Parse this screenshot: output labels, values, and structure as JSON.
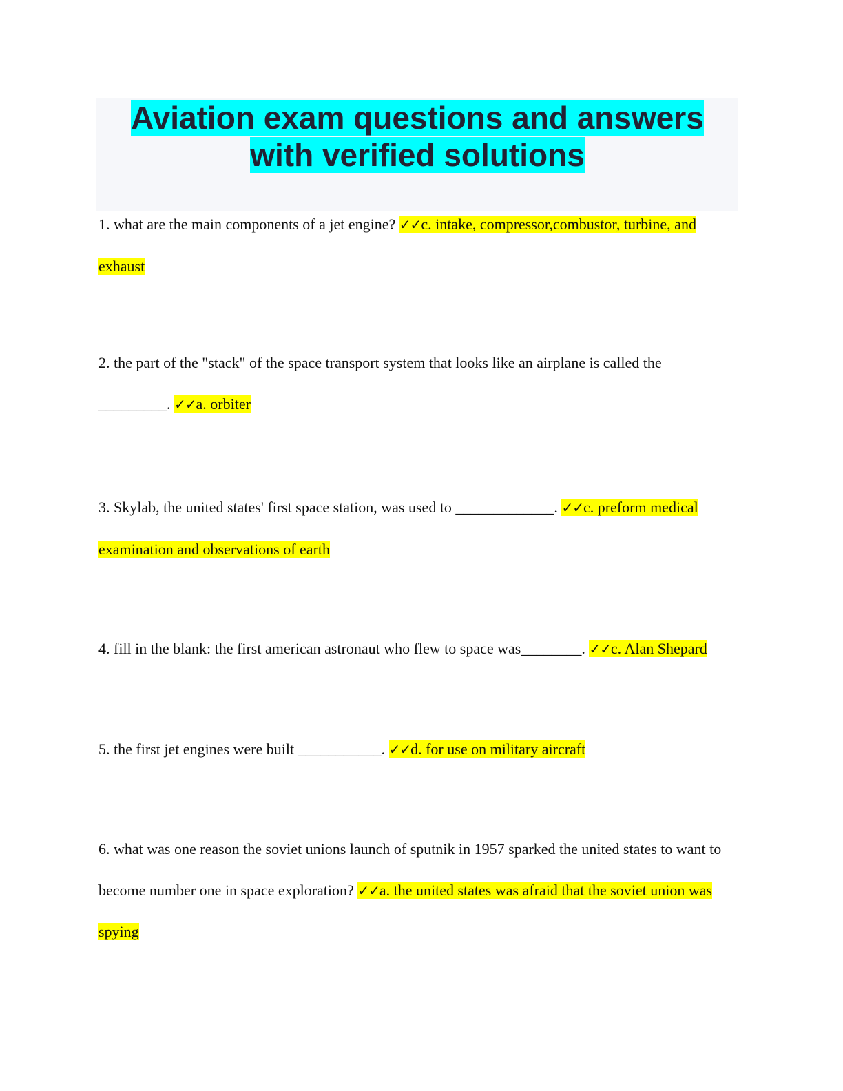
{
  "document": {
    "title_line1": "Aviation exam questions and answers",
    "title_line2": "with verified solutions"
  },
  "check_mark": "✓✓",
  "questions": [
    {
      "question": "1. what are the main components of a jet engine? ",
      "answer": "c. intake, compressor,combustor, turbine, and exhaust"
    },
    {
      "question": "2. the part of the \"stack\" of the space transport system that looks like an airplane is called the _________. ",
      "answer": "a. orbiter"
    },
    {
      "question": "3. Skylab, the united states' first space station, was used to _____________. ",
      "answer": "c. preform medical examination and observations of earth"
    },
    {
      "question": "4. fill in the blank: the first american astronaut who flew to space was________. ",
      "answer": "c. Alan Shepard"
    },
    {
      "question": "5. the first jet engines were built ___________. ",
      "answer": "d. for use on military aircraft"
    },
    {
      "question": "6. what was one reason the soviet unions launch of sputnik in 1957 sparked the united states to want to become number one in space exploration? ",
      "answer": "a. the united states was afraid that the soviet union was spying"
    }
  ],
  "colors": {
    "title_highlight": "#00ffff",
    "answer_highlight": "#ffff00",
    "title_box_background": "#f6f7fa"
  }
}
